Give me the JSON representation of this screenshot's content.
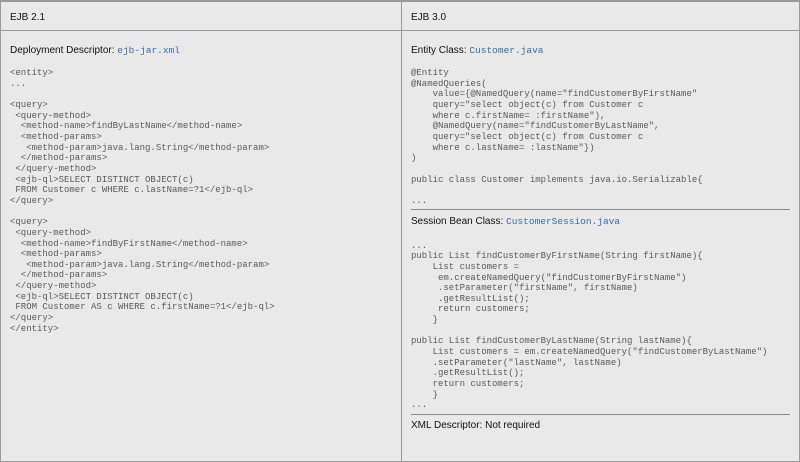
{
  "left": {
    "header": "EJB 2.1",
    "descriptor_label": "Deployment Descriptor: ",
    "descriptor_file": "ejb-jar.xml",
    "code": [
      "<entity>",
      "...",
      "",
      "<query>",
      " <query-method>",
      "  <method-name>findByLastName</method-name>",
      "  <method-params>",
      "   <method-param>java.lang.String</method-param>",
      "  </method-params>",
      " </query-method>",
      " <ejb-ql>SELECT DISTINCT OBJECT(c)",
      " FROM Customer c WHERE c.lastName=?1</ejb-ql>",
      "</query>",
      "",
      "<query>",
      " <query-method>",
      "  <method-name>findByFirstName</method-name>",
      "  <method-params>",
      "   <method-param>java.lang.String</method-param>",
      "  </method-params>",
      " </query-method>",
      " <ejb-ql>SELECT DISTINCT OBJECT(c)",
      " FROM Customer AS c WHERE c.firstName=?1</ejb-ql>",
      "</query>",
      "</entity>"
    ]
  },
  "right": {
    "header": "EJB 3.0",
    "entity_label": "Entity Class: ",
    "entity_file": "Customer.java",
    "entity_code": [
      "@Entity",
      "@NamedQueries(",
      "    value={@NamedQuery(name=\"findCustomerByFirstName\"",
      "    query=\"select object(c) from Customer c",
      "    where c.firstName= :firstName\"),",
      "    @NamedQuery(name=\"findCustomerByLastName\",",
      "    query=\"select object(c) from Customer c",
      "    where c.lastName= :lastName\"})",
      ")",
      "",
      "public class Customer implements java.io.Serializable{",
      "",
      "..."
    ],
    "session_label": "Session Bean Class: ",
    "session_file": "CustomerSession.java",
    "session_code": [
      "...",
      "public List findCustomerByFirstName(String firstName){",
      "    List customers =",
      "     em.createNamedQuery(\"findCustomerByFirstName\")",
      "     .setParameter(\"firstName\", firstName)",
      "     .getResultList();",
      "     return customers;",
      "    }",
      "",
      "public List findCustomerByLastName(String lastName){",
      "    List customers = em.createNamedQuery(\"findCustomerByLastName\")",
      "    .setParameter(\"lastName\", lastName)",
      "    .getResultList();",
      "    return customers;",
      "    }",
      "..."
    ],
    "xml_label": "XML Descriptor: Not required"
  }
}
